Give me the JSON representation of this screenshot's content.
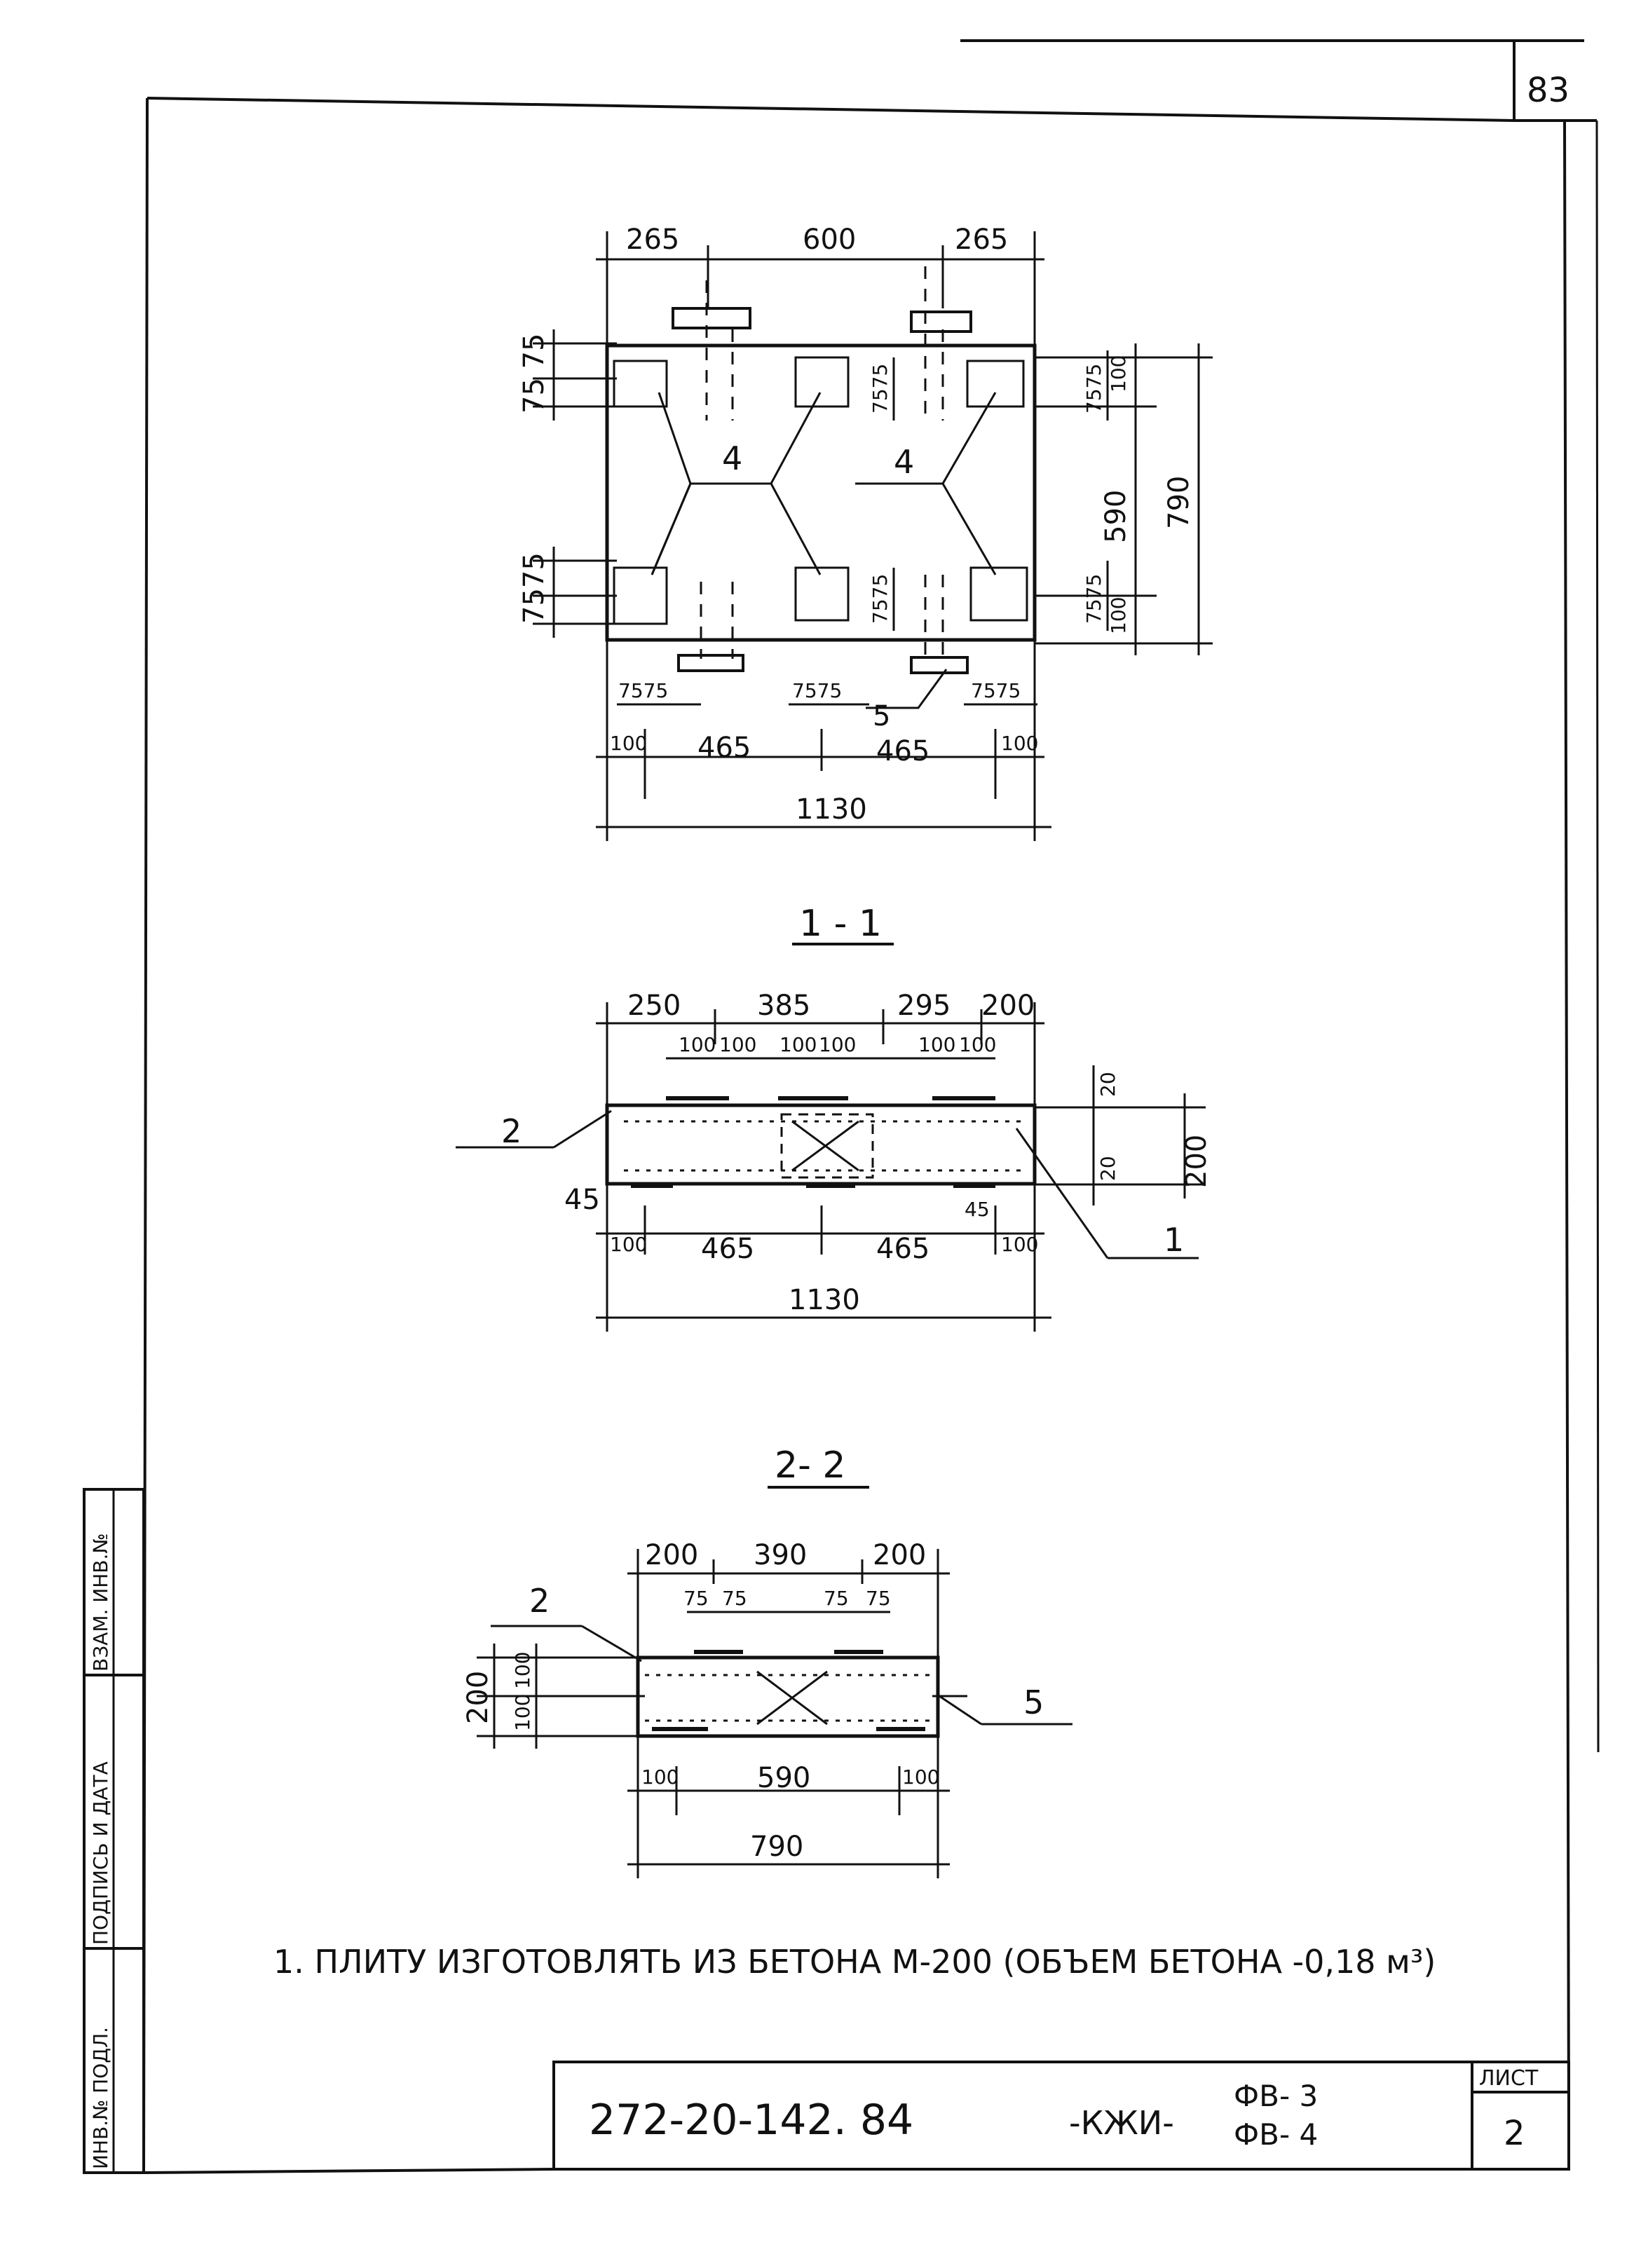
{
  "page_number": "83",
  "plan": {
    "top_dims": [
      "265",
      "600",
      "265"
    ],
    "left_dims_top": "75 75",
    "left_dims_bottom": "7575",
    "right_dims": [
      "100",
      "590",
      "100",
      "790"
    ],
    "inner_small": "7575",
    "bottom_small": [
      "7575",
      "7575",
      "7575"
    ],
    "bottom_dims": [
      "100",
      "465",
      "465",
      "100"
    ],
    "overall": "1130",
    "callouts": [
      "4",
      "4",
      "5"
    ]
  },
  "section_1": {
    "title": "1 - 1",
    "top_dims": [
      "250",
      "385",
      "295",
      "200"
    ],
    "sub_dims": [
      "100",
      "100",
      "100",
      "100",
      "100",
      "100"
    ],
    "right_dims": [
      "20",
      "20",
      "200"
    ],
    "left_dim": "45",
    "inner_dim": "45",
    "bottom_dims": [
      "100",
      "465",
      "465",
      "100"
    ],
    "overall": "1130",
    "callouts": [
      "2",
      "1"
    ]
  },
  "section_2": {
    "title": "2- 2",
    "top_dims": [
      "200",
      "390",
      "200"
    ],
    "sub_dims": [
      "75",
      "75",
      "75",
      "75"
    ],
    "left_dims": [
      "200",
      "100",
      "100"
    ],
    "bottom_dims": [
      "100",
      "590",
      "100"
    ],
    "overall": "790",
    "callouts": [
      "2",
      "5"
    ]
  },
  "note": "1. ПЛИТУ ИЗГОТОВЛЯТЬ ИЗ БЕТОНА М-200 (ОБЪЕМ БЕТОНА -0,18 м³)",
  "stamp": {
    "code": "272-20-142. 84",
    "mark_prefix": "-КЖИ-",
    "mark_top": "ФВ- 3",
    "mark_bottom": "ФВ- 4",
    "sheet_label": "ЛИСТ",
    "sheet_number": "2"
  },
  "side_stamp": {
    "inv_podl": "ИНВ.№ ПОДЛ.",
    "podpis": "ПОДПИСЬ И ДАТА",
    "vzam": "ВЗАМ. ИНВ.№"
  }
}
